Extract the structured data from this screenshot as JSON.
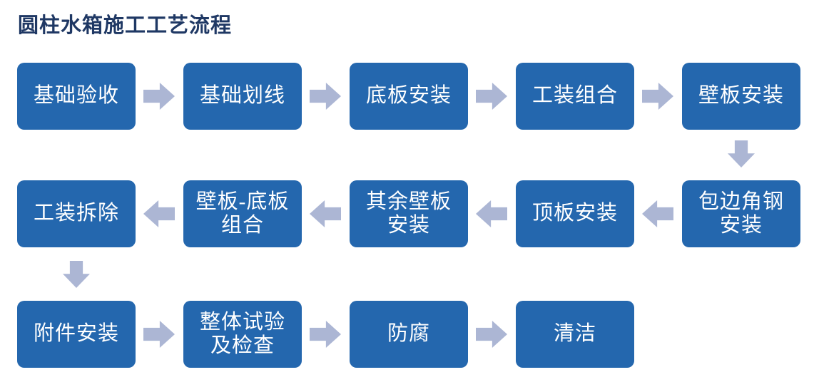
{
  "title": "圆柱水箱施工工艺流程",
  "colors": {
    "box_fill": "#2467AE",
    "box_text": "#FFFFFF",
    "arrow_fill": "#ACB6D4",
    "title_text": "#1F3864",
    "background": "#FFFFFF"
  },
  "flowchart": {
    "type": "snake-process-flow",
    "rows": [
      {
        "direction": "left-to-right",
        "boxes": [
          {
            "line1": "基础验收"
          },
          {
            "line1": "基础划线"
          },
          {
            "line1": "底板安装"
          },
          {
            "line1": "工装组合"
          },
          {
            "line1": "壁板安装"
          }
        ]
      },
      {
        "direction": "right-to-left",
        "boxes": [
          {
            "line1": "工装拆除"
          },
          {
            "line1": "壁板-底板",
            "line2": "组合"
          },
          {
            "line1": "其余壁板",
            "line2": "安装"
          },
          {
            "line1": "顶板安装"
          },
          {
            "line1": "包边角钢",
            "line2": "安装"
          }
        ]
      },
      {
        "direction": "left-to-right",
        "boxes": [
          {
            "line1": "附件安装"
          },
          {
            "line1": "整体试验",
            "line2": "及检查"
          },
          {
            "line1": "防腐"
          },
          {
            "line1": "清洁"
          }
        ]
      }
    ]
  }
}
